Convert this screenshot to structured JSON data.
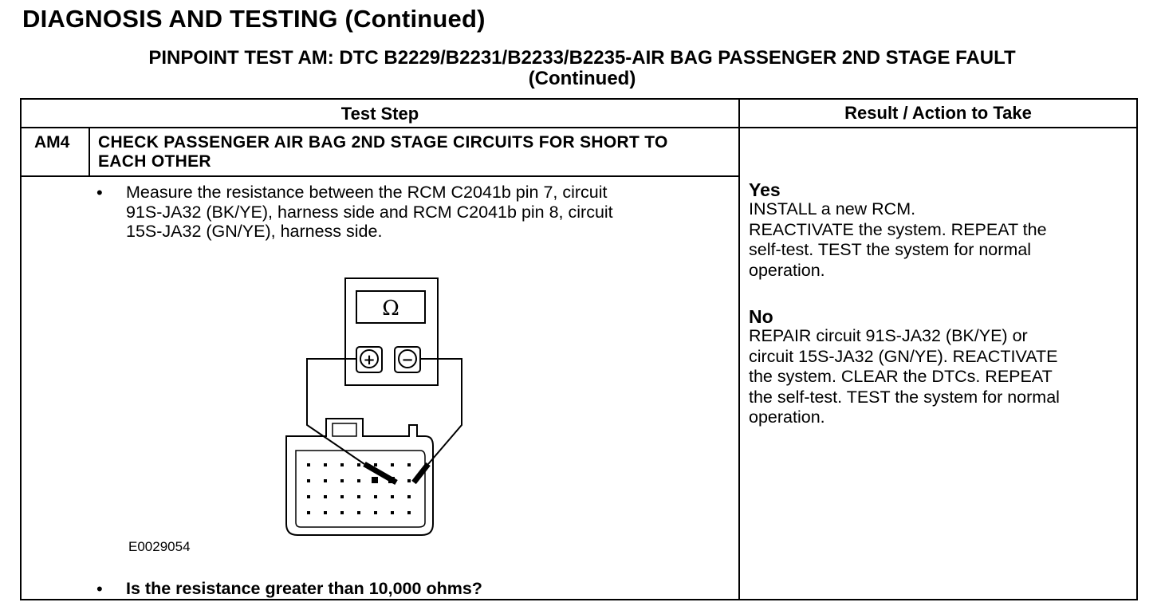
{
  "header": {
    "title": "DIAGNOSIS AND TESTING (Continued)"
  },
  "pinpoint": {
    "line1": "PINPOINT TEST  AM: DTC B2229/B2231/B2233/B2235-AIR BAG PASSENGER 2ND STAGE FAULT",
    "line2": "(Continued)"
  },
  "table": {
    "col_test_step": "Test Step",
    "col_result": "Result / Action to Take",
    "step": {
      "id": "AM4",
      "title": "CHECK PASSENGER AIR BAG 2ND STAGE CIRCUITS FOR SHORT TO EACH OTHER",
      "instruction_lines": [
        "Measure the resistance between the RCM C2041b pin 7, circuit",
        "91S-JA32 (BK/YE), harness side and RCM C2041b pin 8, circuit",
        "15S-JA32 (GN/YE), harness side."
      ],
      "figure_code": "E0029054",
      "question": "Is the resistance greater than 10,000 ohms?",
      "bullet": "•"
    },
    "results": {
      "yes_label": "Yes",
      "yes_lines": [
        "INSTALL a new RCM.",
        "REACTIVATE the system. REPEAT the",
        "self-test. TEST the system for normal",
        "operation."
      ],
      "no_label": "No",
      "no_lines": [
        "REPAIR circuit 91S-JA32 (BK/YE) or",
        "circuit 15S-JA32 (GN/YE). REACTIVATE",
        "the system. CLEAR the DTCs. REPEAT",
        "the self-test. TEST the system for normal",
        "operation."
      ]
    }
  },
  "meter": {
    "symbol": "Ω",
    "plus": "+",
    "minus": "−"
  }
}
